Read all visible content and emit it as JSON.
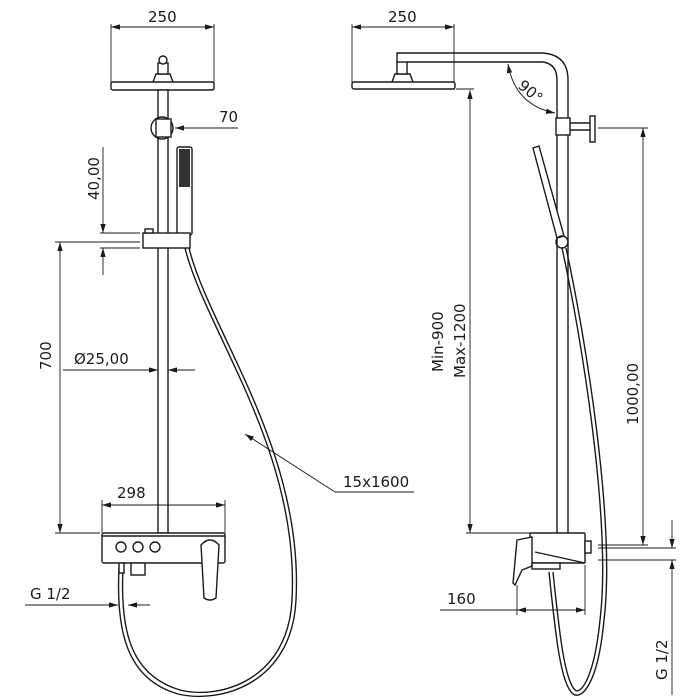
{
  "front_view": {
    "head_width": "250",
    "bracket_offset": "70",
    "slider_height": "40,00",
    "slider_to_mixer": "700",
    "pole_diameter": "Ø25,00",
    "hose_spec": "15x1600",
    "mixer_width": "298",
    "inlet_thread": "G 1/2"
  },
  "side_view": {
    "head_width": "250",
    "arm_angle": "90°",
    "height_min": "Min-900",
    "height_max": "Max-1200",
    "bracket_height": "1000,00",
    "mixer_depth": "160",
    "inlet_thread": "G 1/2"
  }
}
